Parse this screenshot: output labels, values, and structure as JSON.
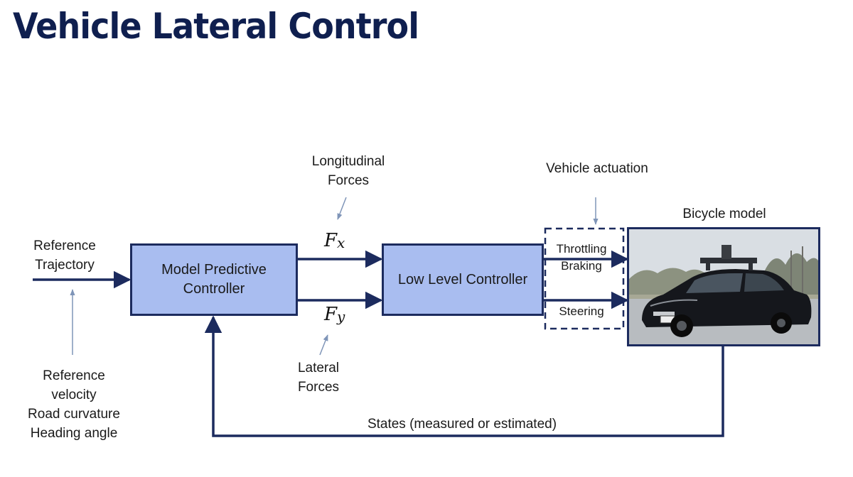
{
  "title": "Vehicle Lateral Control",
  "labels": {
    "reference_trajectory": [
      "Reference",
      "Trajectory"
    ],
    "reference_inputs": [
      "Reference",
      "velocity",
      "Road curvature",
      "Heading angle"
    ],
    "longitudinal_forces": [
      "Longitudinal",
      "Forces"
    ],
    "lateral_forces": [
      "Lateral",
      "Forces"
    ],
    "vehicle_actuation": "Vehicle actuation",
    "bicycle_model": "Bicycle model",
    "states": "States (measured or estimated)"
  },
  "blocks": {
    "mpc": [
      "Model Predictive",
      "Controller"
    ],
    "llc": "Low Level Controller"
  },
  "signals": {
    "fx": {
      "symbol": "F",
      "sub": "x"
    },
    "fy": {
      "symbol": "F",
      "sub": "y"
    }
  },
  "actuation": {
    "throttling": "Throttling",
    "braking": "Braking",
    "steering": "Steering"
  },
  "colors": {
    "title": "#0f1f4f",
    "block_fill": "#a9bdf0",
    "line": "#1c2b5e",
    "pointer": "#7f95b8"
  }
}
